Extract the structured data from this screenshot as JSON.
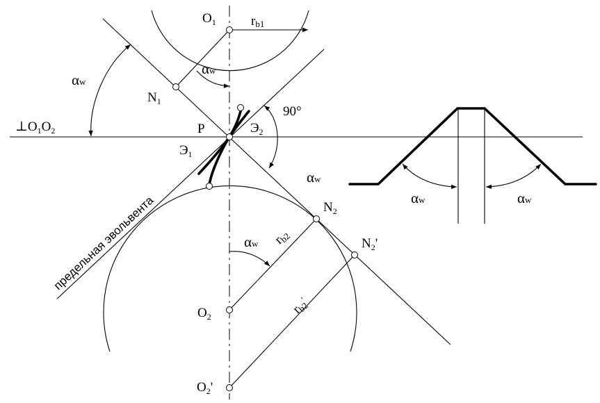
{
  "labels": {
    "o1": "O",
    "o1_sub": "1",
    "o2": "O",
    "o2_sub": "2",
    "o2p": "O",
    "o2p_sub": "2",
    "o2p_prime": "'",
    "n1": "N",
    "n1_sub": "1",
    "n2": "N",
    "n2_sub": "2",
    "n2p": "N",
    "n2p_sub": "2",
    "n2p_prime": "'",
    "p": "P",
    "e1": "Э",
    "e1_sub": "1",
    "e2": "Э",
    "e2_sub": "2",
    "perp": "⊥O",
    "perp_sub1": "1",
    "perp_mid": "O",
    "perp_sub2": "2",
    "angle_90": "90°",
    "alpha": "α",
    "alpha_sub": "w",
    "rb1": "r",
    "rb1_sub": "b1",
    "rb2": "r",
    "rb2_sub": "b2",
    "rb2p": "r",
    "rb2p_sub": "b2",
    "rb2p_prime": "'",
    "limit_involute": "предельная эвольвента"
  }
}
